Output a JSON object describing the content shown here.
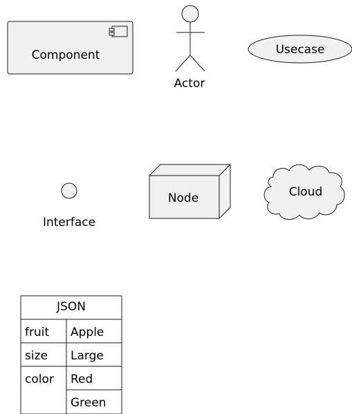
{
  "colors": {
    "shape_fill": "#f1f1f1",
    "stroke": "#181818",
    "text": "#000000",
    "background": "#ffffff"
  },
  "elements": {
    "component": {
      "label": "Component",
      "icon": "component-icon"
    },
    "actor": {
      "label": "Actor",
      "icon": "stick-figure-icon"
    },
    "usecase": {
      "label": "Usecase"
    },
    "interface": {
      "label": "Interface",
      "icon": "lollipop-circle-icon"
    },
    "node": {
      "label": "Node"
    },
    "cloud": {
      "label": "Cloud"
    }
  },
  "json_table": {
    "title": "JSON",
    "rows": [
      {
        "key": "fruit",
        "values": [
          "Apple"
        ]
      },
      {
        "key": "size",
        "values": [
          "Large"
        ]
      },
      {
        "key": "color",
        "values": [
          "Red",
          "Green"
        ]
      }
    ]
  }
}
